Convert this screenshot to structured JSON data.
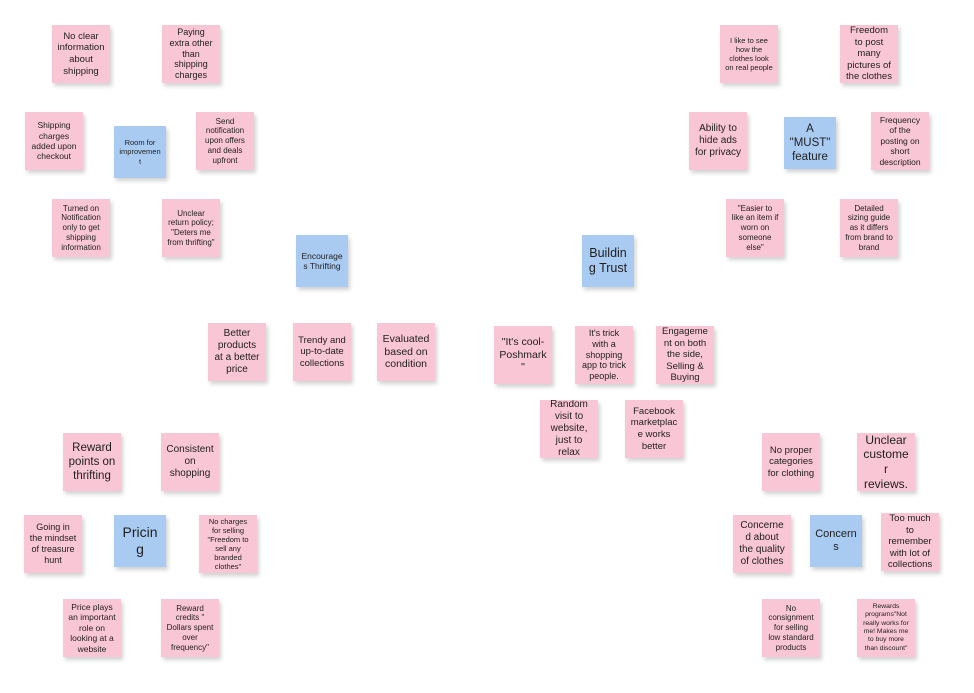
{
  "colors": {
    "note_pink": "#f8c6d4",
    "note_blue": "#a9cbf2",
    "background": "#ffffff"
  },
  "clusters": [
    {
      "id": "room-for-improvement",
      "label": "Room for improvement",
      "notes": [
        "No clear information about shipping",
        "Paying extra other than shipping charges",
        "Shipping charges added upon checkout",
        "Send notification upon offers and deals upfront",
        "Turned on Notification only to get shipping information",
        "Unclear return policy; \"Deters me from thrifting\""
      ]
    },
    {
      "id": "must-feature",
      "label": "A \"MUST\" feature",
      "notes": [
        "I like to see how the clothes look on real people",
        "Freedom to post many pictures of the clothes",
        "Ability to hide ads for privacy",
        "Frequency of the posting on short description",
        "\"Easier to like an item if worn on someone else\"",
        "Detailed sizing guide as it differs from brand to brand"
      ]
    },
    {
      "id": "encourages-thrifting",
      "label": "Encourages Thrifting",
      "notes": [
        "Better products at a better price",
        "Trendy and up-to-date collections",
        "Evaluated based on condition"
      ]
    },
    {
      "id": "building-trust",
      "label": "Building Trust",
      "notes": [
        "\"It's cool-Poshmark\"",
        "It's trick with a shopping app to trick people.",
        "Engagement on both the side, Selling & Buying",
        "Random visit to website, just to relax",
        "Facebook marketplace works better"
      ]
    },
    {
      "id": "pricing",
      "label": "Pricing",
      "notes": [
        "Reward points on thrifting",
        "Consistent on shopping",
        "Going in the mindset of treasure hunt",
        "No charges for selling \"Freedom to sell any branded clothes\"",
        "Price plays an important role on looking at a website",
        "Reward credits \" Dollars spent over frequency\""
      ]
    },
    {
      "id": "concerns",
      "label": "Concerns",
      "notes": [
        "No proper categories for clothing",
        "Unclear customer reviews.",
        "Concerned about the quality of clothes",
        "Too much to remember with lot of collections",
        "No consignment for selling low standard products",
        "Rewards programs\"Not really works for me! Makes me to buy more than discount\""
      ]
    }
  ]
}
